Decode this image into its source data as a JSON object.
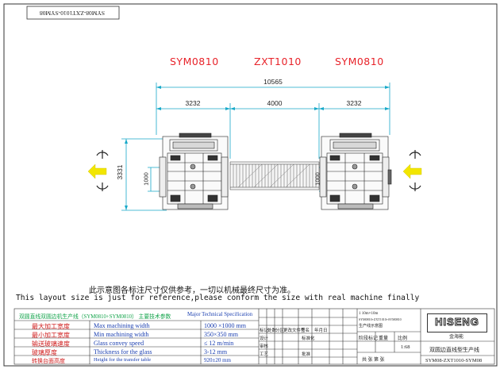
{
  "corner_code": "SYM08-ZXT1010-SYM08",
  "machines": [
    {
      "label": "SYM0810"
    },
    {
      "label": "ZXT1010"
    },
    {
      "label": "SYM0810"
    }
  ],
  "dimensions": {
    "total": "10565",
    "left": "3232",
    "middle": "4000",
    "right": "3232",
    "height": "3331",
    "table_height": "1000"
  },
  "notes": {
    "chinese": "此示意图各标注尺寸仅供参考，一切以机械最终尺寸为准。",
    "english": "This layout size is just for reference,please conform the size with real machine finally"
  },
  "spec_table": {
    "heading_cn": "双圆直线双圆边机生产线（SYM0810+SYM0810） 主要技术参数",
    "heading_en": "Major Technical Specification",
    "rows": [
      {
        "cn": "最大加工宽度",
        "en": "Max machining width",
        "value": "1000 ×1000 mm"
      },
      {
        "cn": "最小加工宽度",
        "en": "Min machining width",
        "value": "350×350 mm"
      },
      {
        "cn": "输送玻璃速度",
        "en": "Glass convey speed",
        "value": "≤ 12 m/min"
      },
      {
        "cn": "玻璃厚度",
        "en": "Thickness for the glass",
        "value": "3-12 mm"
      },
      {
        "cn": "转换台面高度",
        "en": "Height for the transfer table",
        "value": "920±20 mm"
      }
    ]
  },
  "title_block": {
    "rev_headers": [
      "标记",
      "处数",
      "分区",
      "更改文件号",
      "签名",
      "年月日"
    ],
    "roles": [
      "设计",
      "标准化",
      "审核",
      "工艺",
      "批准"
    ],
    "drawing_small": [
      "1 10m×10m",
      "SYM0810+ZXT1010+SYM0810",
      "生产线示意图"
    ],
    "stage_headers": [
      "阶段标记",
      "重量",
      "比例"
    ],
    "ratio": "1:68",
    "sheet": "共   张  第   张",
    "logo": "HISENG",
    "logo_cn": "金海能",
    "drawing_name": "双圆边直线型生产线",
    "drawing_code": "SYM08-ZXT1010-SYM08"
  },
  "colors": {
    "dim_line": "#18a9c9",
    "arrow": "#f2e600",
    "label": "#e8232a"
  }
}
